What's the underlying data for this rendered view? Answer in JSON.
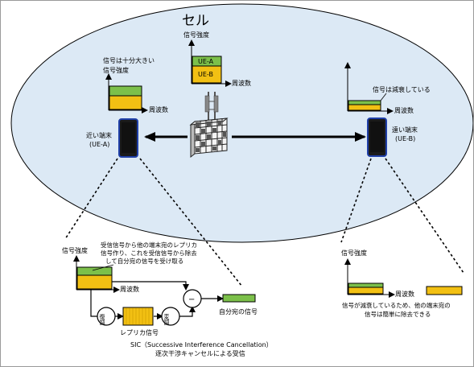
{
  "cell_label": "セル",
  "base_station": {
    "axis_y": "信号強度",
    "axis_x": "周波数",
    "ue_a": "UE-A",
    "ue_b": "UE-B"
  },
  "near_terminal": {
    "label_line1": "近い端末",
    "label_line2": "(UE-A)",
    "note_line1": "信号は十分大きい",
    "axis_y": "信号強度",
    "axis_x": "周波数"
  },
  "far_terminal": {
    "label_line1": "遠い端末",
    "label_line2": "(UE-B)",
    "note": "信号は減衰している",
    "axis_x": "周波数"
  },
  "sic": {
    "axis_y": "信号強度",
    "axis_x": "周波数",
    "note_line1": "受信信号から他の端末宛のレプリカ",
    "note_line2": "信号作り、これを受信信号から除去",
    "note_line3": "して自分宛の信号を受け取る",
    "demod": "復調",
    "remod": "変調",
    "replica": "レプリカ信号",
    "minus": "−",
    "own_signal": "自分宛の信号",
    "caption_line1": "SIC（Successive Interference Cancellation）",
    "caption_line2": "逐次干渉キャンセルによる受信"
  },
  "far_detail": {
    "axis_y": "信号強度",
    "axis_x": "周波数",
    "note_line1": "信号が減衰しているため、他の端末宛の",
    "note_line2": "信号は簡単に除去できる"
  },
  "colors": {
    "green": "#7cc04a",
    "yellow": "#f2c013",
    "cell_fill": "#dce9f5",
    "border": "#000000"
  }
}
